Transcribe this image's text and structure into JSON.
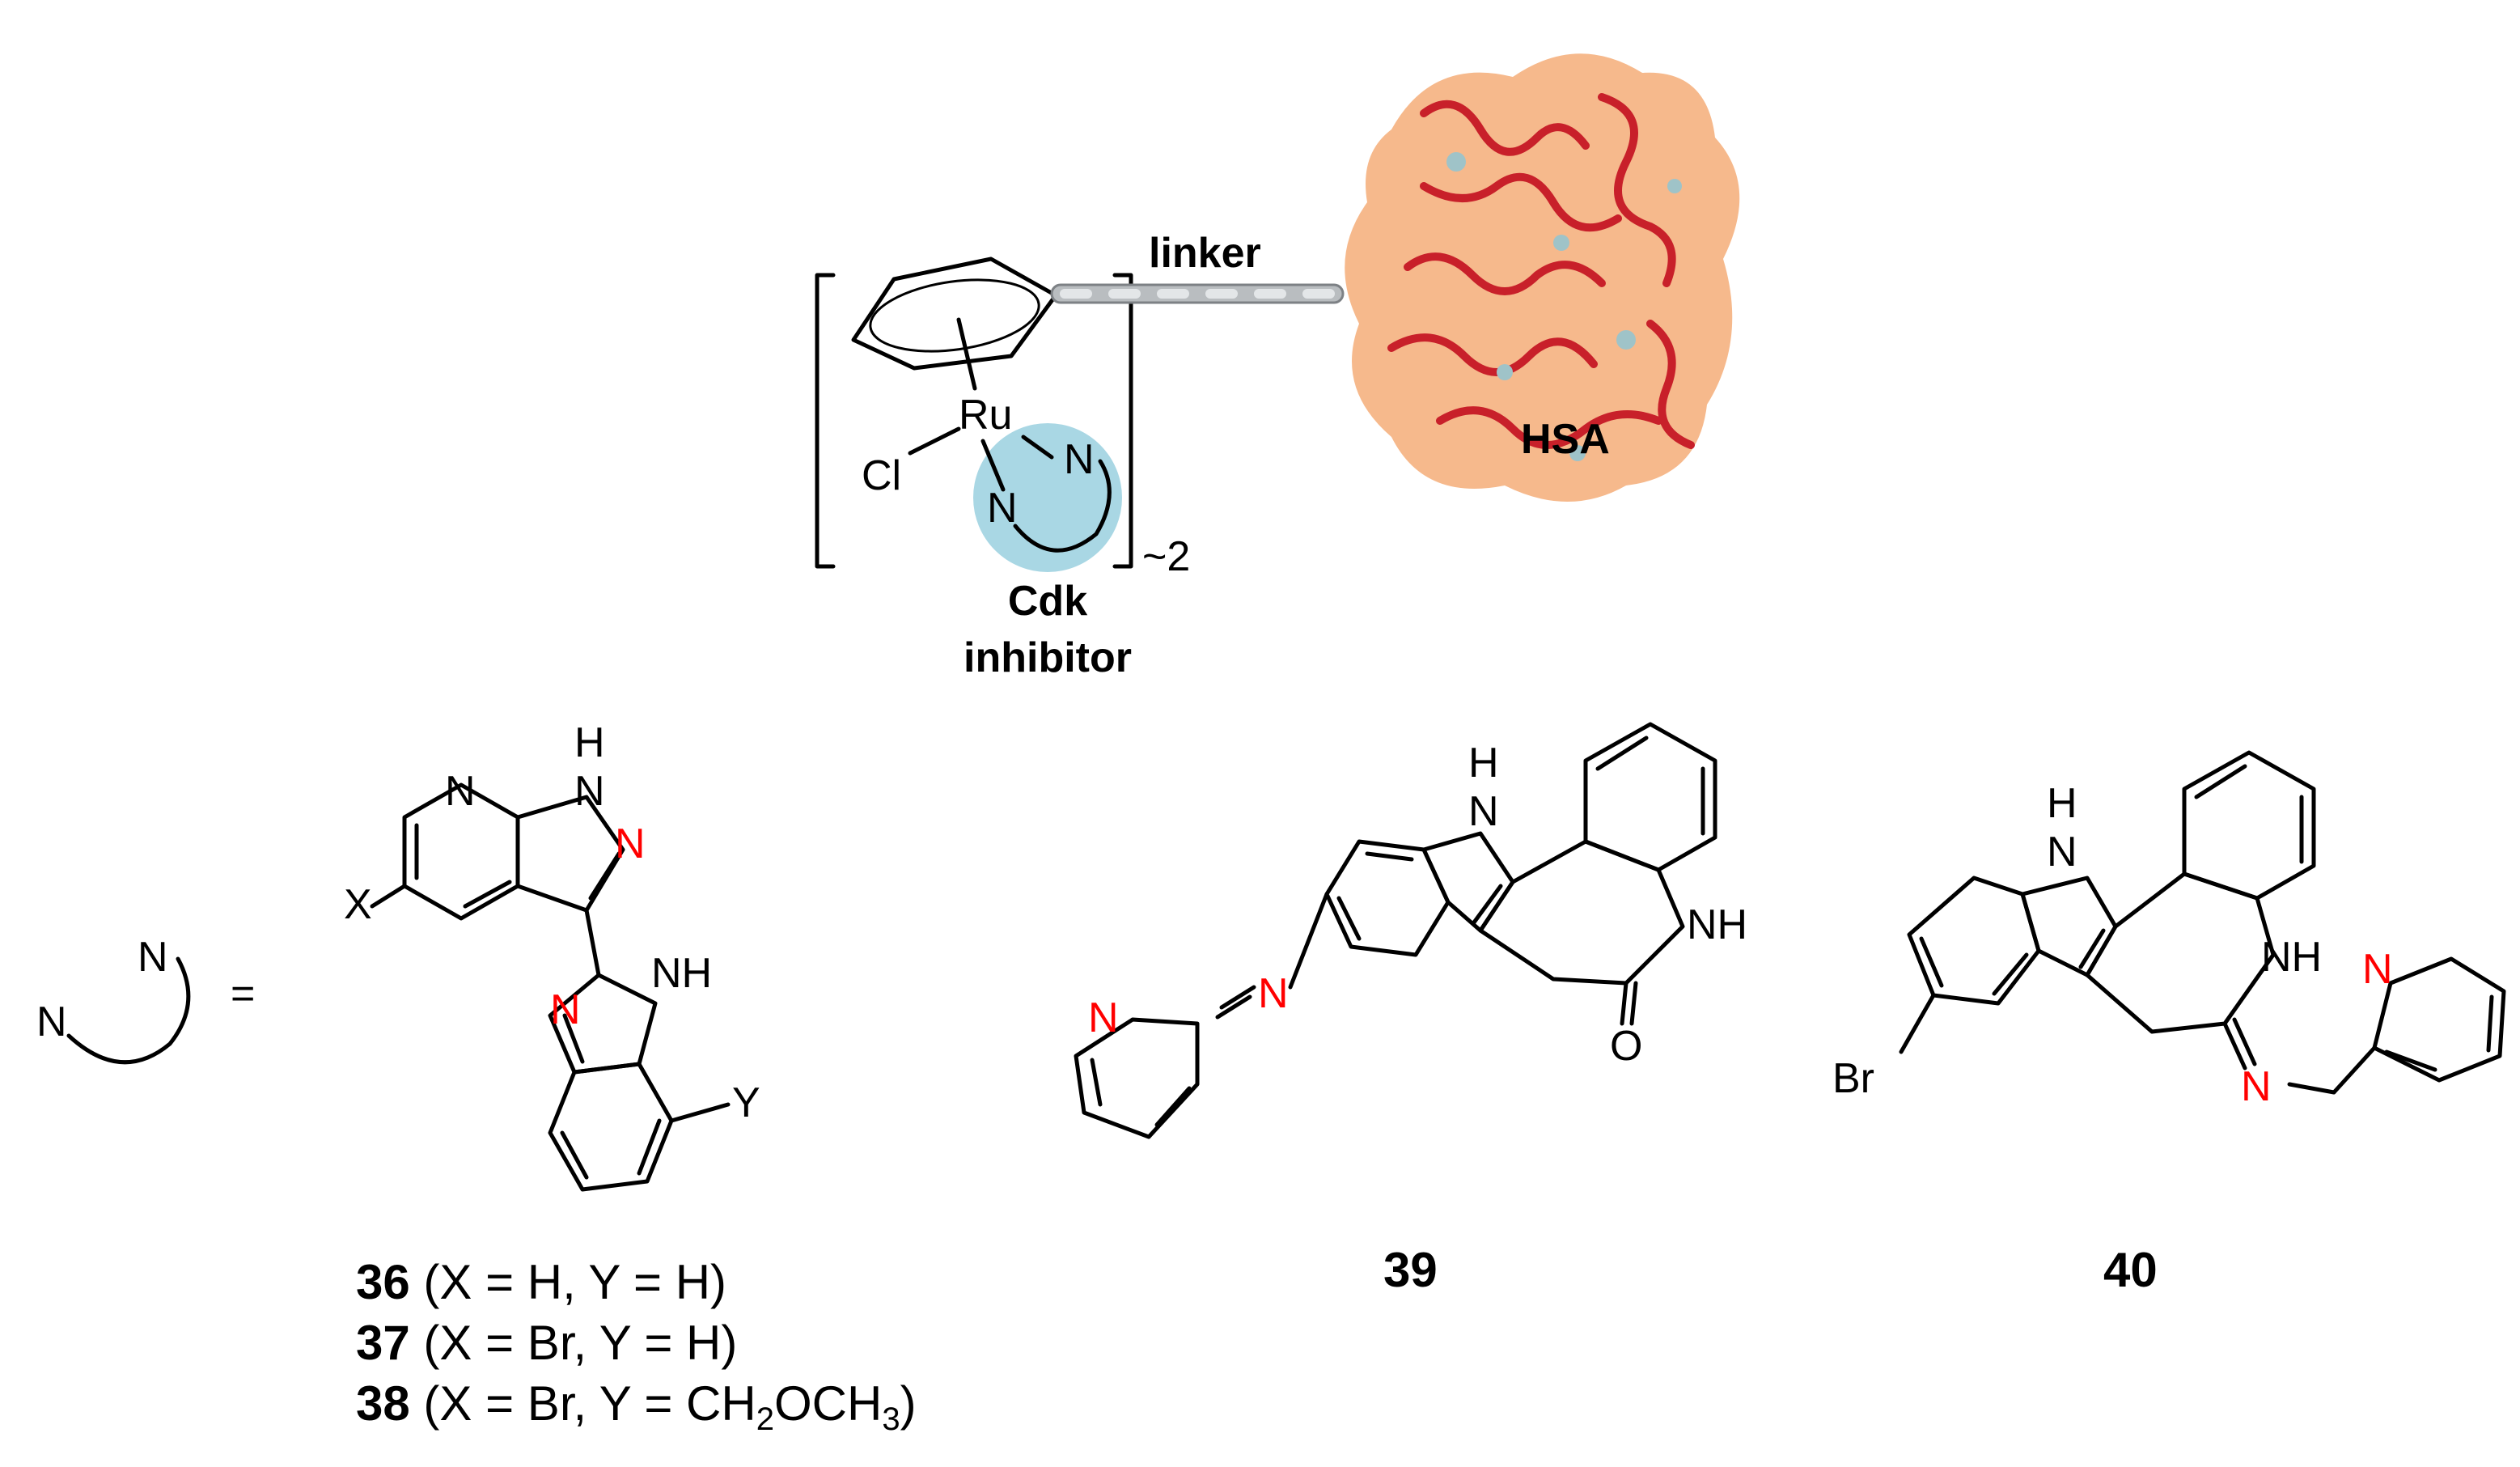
{
  "complex": {
    "metal": "Ru",
    "chloride": "Cl",
    "n_top": "N",
    "n_bottom": "N",
    "stoichiometry": "~2",
    "linker_label": "linker",
    "protein_label": "HSA",
    "inhibitor_line1": "Cdk",
    "inhibitor_line2": "inhibitor"
  },
  "legend": {
    "n_left": "N",
    "n_right": "N",
    "equals": "="
  },
  "compound_36_38": {
    "ring_N1": "N",
    "ring_NH_H": "H",
    "ring_NH_N": "N",
    "pyrazole_N": "N",
    "x_sub": "X",
    "imidazole_N": "N",
    "imidazole_NH": "NH",
    "y_sub": "Y",
    "captions": [
      {
        "num": "36",
        "text": " (X = H, Y = H)"
      },
      {
        "num": "37",
        "text": " (X = Br, Y = H)"
      },
      {
        "num": "38",
        "text": " (X = Br, Y = CH",
        "sub1": "2",
        "mid": "OCH",
        "sub2": "3",
        "end": ")"
      }
    ]
  },
  "compound_39": {
    "indole_H": "H",
    "indole_N": "N",
    "amide_NH": "NH",
    "carbonyl_O": "O",
    "imine_N": "N",
    "pyridine_N": "N",
    "number": "39"
  },
  "compound_40": {
    "indole_H": "H",
    "indole_N": "N",
    "amidine_NH": "NH",
    "amidine_N": "N",
    "pyridine_N": "N",
    "bromo": "Br",
    "number": "40"
  },
  "colors": {
    "highlight_nitrogen": "#ff0000",
    "protein_blob": "#f6b98c",
    "helix": "#c8202a",
    "inhibitor_disc": "#a9d7e4",
    "chain_link": "#b9bdc0"
  }
}
